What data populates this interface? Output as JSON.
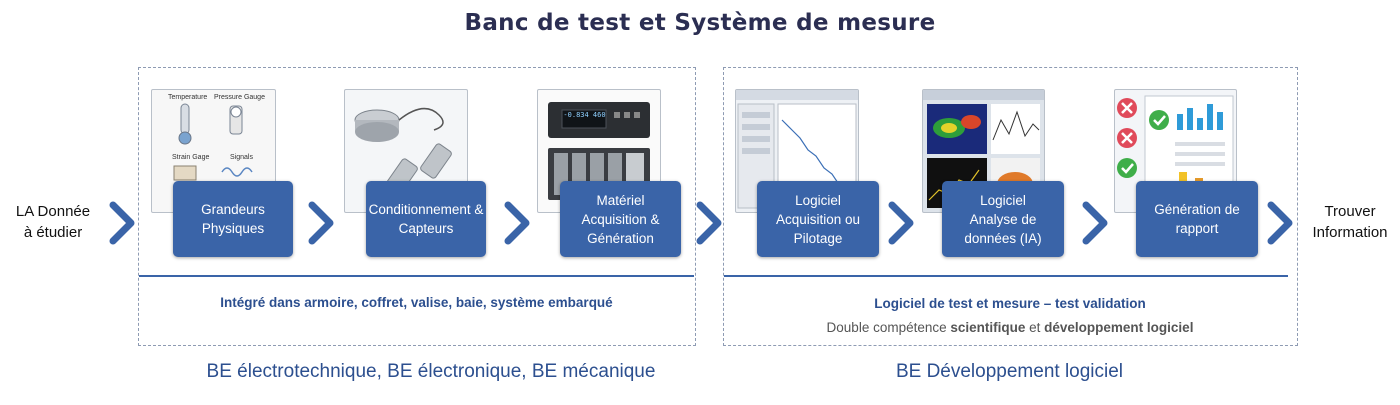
{
  "title": "Banc de test et Système de mesure",
  "input_label": [
    "LA Donnée",
    "à étudier"
  ],
  "output_label": [
    "Trouver",
    "Information"
  ],
  "left_group": {
    "steps": [
      {
        "label": "Grandeurs Physiques",
        "thumb_labels": [
          "Temperature",
          "Pressure Gauge",
          "Strain Gage",
          "Signals"
        ]
      },
      {
        "label": "Conditionnement & Capteurs"
      },
      {
        "label": "Matériel Acquisition & Génération",
        "thumb_display": "-0.834 460"
      }
    ],
    "caption": "Intégré dans armoire, coffret, valise, baie, système embarqué",
    "footer": "BE électrotechnique, BE électronique, BE mécanique"
  },
  "right_group": {
    "steps": [
      {
        "label": "Logiciel Acquisition ou Pilotage"
      },
      {
        "label": "Logiciel Analyse de données (IA)"
      },
      {
        "label": "Génération de rapport"
      }
    ],
    "caption": "Logiciel de test et mesure – test validation",
    "caption2_parts": [
      "Double compétence ",
      "scientifique",
      " et ",
      "développement logiciel"
    ],
    "footer": "BE Développement logiciel"
  },
  "colors": {
    "accent": "#3a64a8",
    "title": "#2b2e52",
    "dash": "#8e9bb3"
  }
}
